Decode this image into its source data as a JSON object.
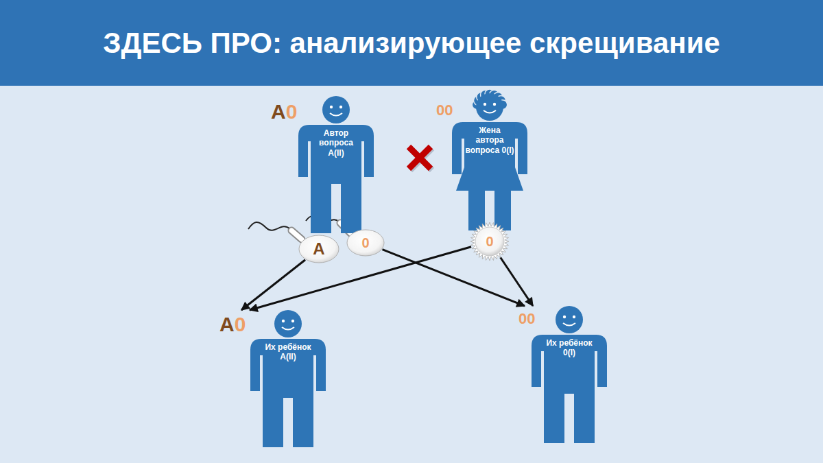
{
  "diagram": {
    "title": "ЗДЕСЬ ПРО: анализирующее скрещивание",
    "nodes": [
      {
        "text": [
          "А0",
          "Автор вопроса А(II)"
        ]
      },
      {
        "text": [
          "00",
          "Жена автора вопроса 0(I)"
        ]
      },
      {
        "text": [
          "А"
        ]
      },
      {
        "text": [
          "0"
        ]
      },
      {
        "text": [
          "0"
        ]
      },
      {
        "text": [
          "А0",
          "Их ребёнок А(II)"
        ]
      },
      {
        "text": [
          "00",
          "Их ребёнок 0(I)"
        ]
      }
    ],
    "edges": [
      {
        "from": 2,
        "to": 5,
        "arrow": "to"
      },
      {
        "from": 3,
        "to": 6,
        "arrow": "to"
      },
      {
        "from": 4,
        "to": 5,
        "arrow": "to"
      },
      {
        "from": 4,
        "to": 6,
        "arrow": "to"
      }
    ]
  }
}
